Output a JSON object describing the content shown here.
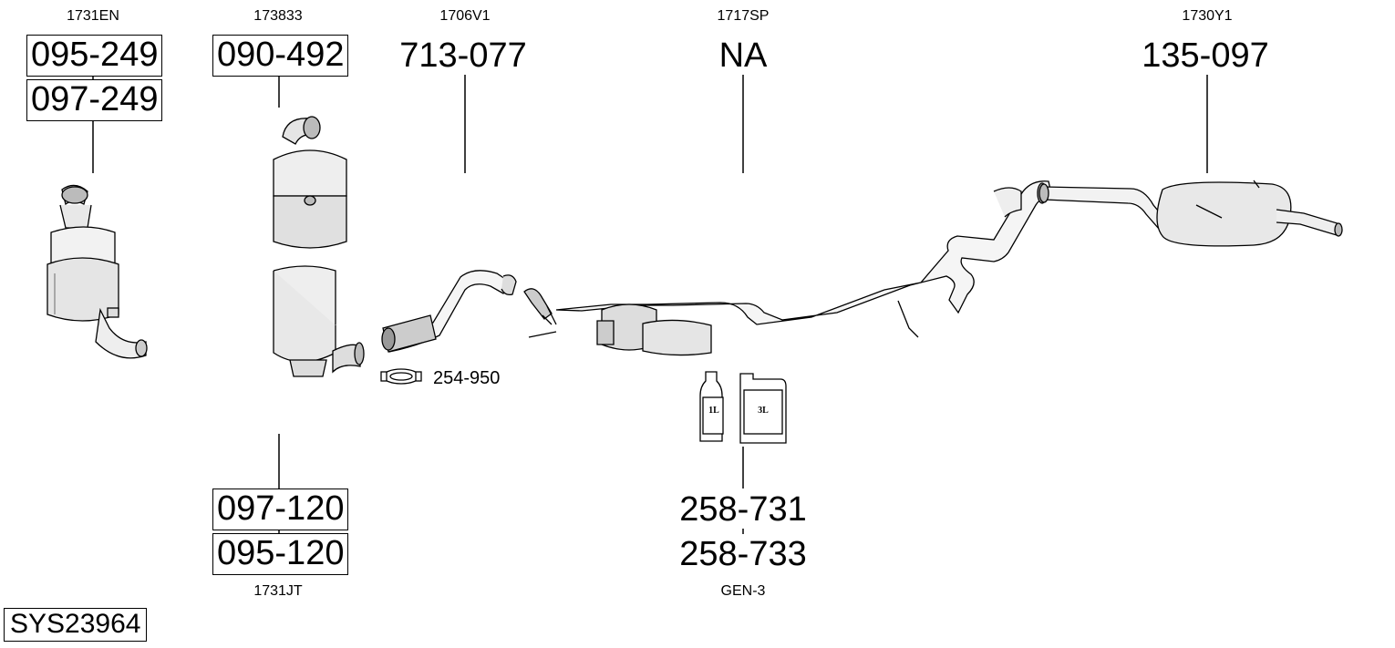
{
  "diagram": {
    "refs": {
      "r1731en": "1731EN",
      "r173833": "173833",
      "r1706v1": "1706V1",
      "r1717sp": "1717SP",
      "r1730y1": "1730Y1",
      "r1731jt": "1731JT",
      "rgen3": "GEN-3"
    },
    "parts": {
      "p095_249": "095-249",
      "p097_249": "097-249",
      "p090_492": "090-492",
      "p713_077": "713-077",
      "pna": "NA",
      "p135_097": "135-097",
      "p097_120": "097-120",
      "p095_120": "095-120",
      "p258_731": "258-731",
      "p258_733": "258-733",
      "p254_950": "254-950"
    },
    "bottles": {
      "small": "1L",
      "large": "3L"
    },
    "system_id": "SYS23964"
  }
}
